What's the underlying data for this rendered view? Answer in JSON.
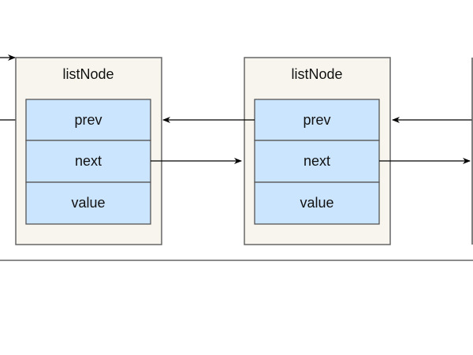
{
  "nodes": [
    {
      "title": "listNode",
      "fields": [
        "prev",
        "next",
        "value"
      ]
    },
    {
      "title": "listNode",
      "fields": [
        "prev",
        "next",
        "value"
      ]
    }
  ],
  "colors": {
    "node_bg": "#f7f5ee",
    "field_bg": "#cce5ff",
    "stroke": "#666666",
    "arrow": "#000000"
  }
}
